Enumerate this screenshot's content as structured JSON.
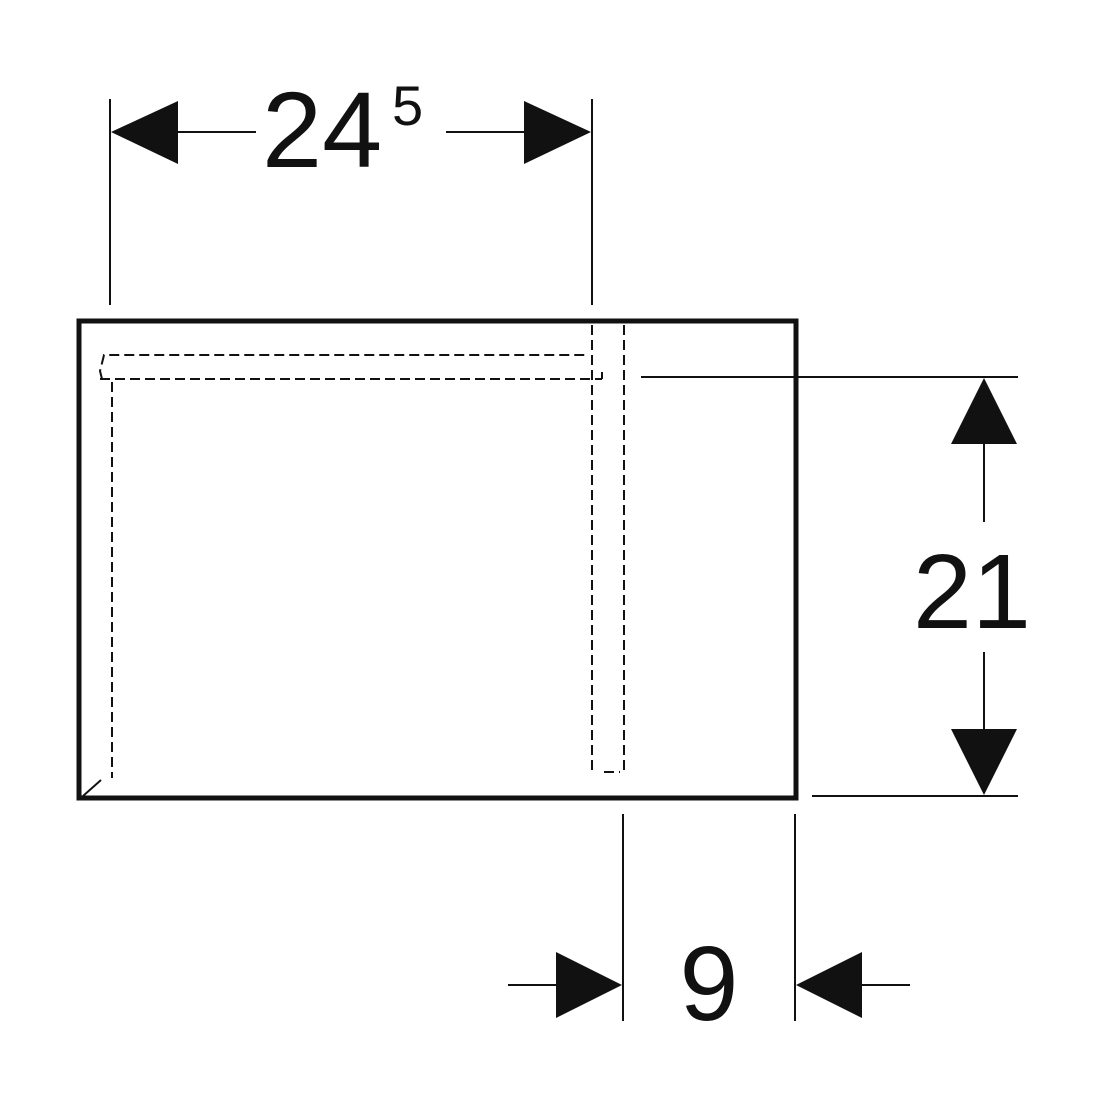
{
  "dimensions": {
    "width": {
      "value": "24",
      "superscript": "5"
    },
    "height": {
      "value": "21"
    },
    "depth": {
      "value": "9"
    }
  },
  "colors": {
    "stroke": "#111111",
    "background": "#ffffff"
  }
}
